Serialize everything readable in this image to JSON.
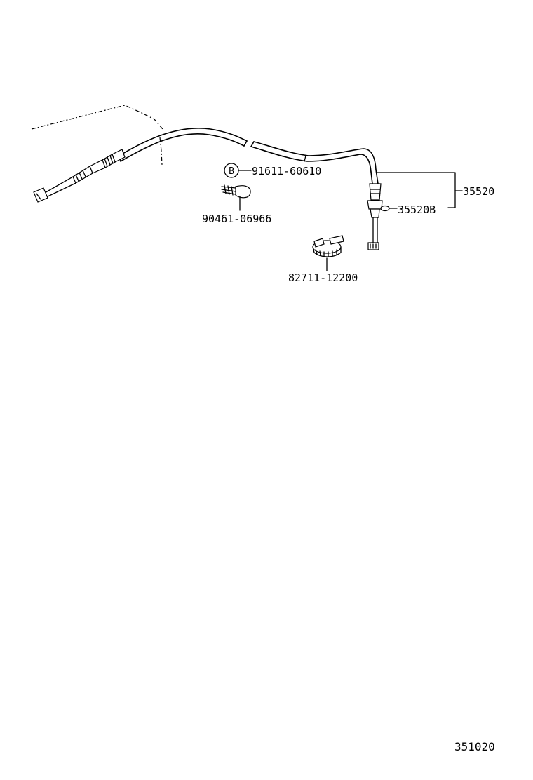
{
  "diagram": {
    "figure_number": "351020",
    "parts": [
      {
        "id": "cable_assembly",
        "number": "35520"
      },
      {
        "id": "cable_sub",
        "number": "35520B"
      },
      {
        "id": "bolt",
        "number": "91611-60610",
        "marker": "B"
      },
      {
        "id": "clip",
        "number": "90461-06966"
      },
      {
        "id": "clamp",
        "number": "82711-12200"
      }
    ]
  }
}
